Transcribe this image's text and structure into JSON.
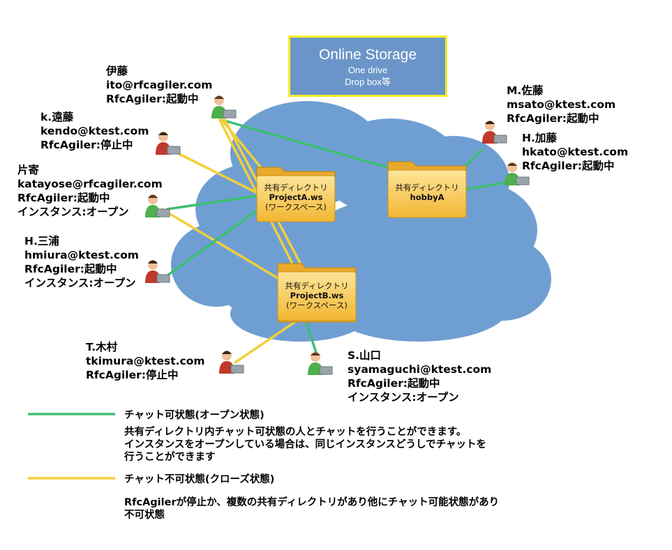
{
  "storage": {
    "title": "Online  Storage",
    "line1": "One drive",
    "line2": "Drop box等"
  },
  "folders": [
    {
      "label": "共有ディレクトリ",
      "name": "ProjectA.ws",
      "sub": "(ワークスペース)"
    },
    {
      "label": "共有ディレクトリ",
      "name": "hobbyA",
      "sub": ""
    },
    {
      "label": "共有ディレクトリ",
      "name": "ProjectB.ws",
      "sub": "(ワークスペース)"
    }
  ],
  "users": {
    "ito": {
      "name": "伊藤",
      "email": "ito@rfcagiler.com",
      "status": "RfcAgiler:起動中"
    },
    "endo": {
      "name": "k.遠藤",
      "email": "kendo@ktest.com",
      "status": "RfcAgiler:停止中"
    },
    "katayose": {
      "name": "片寄",
      "email": "katayose@rfcagiler.com",
      "status": "RfcAgiler:起動中",
      "instance": "インスタンス:オープン"
    },
    "miura": {
      "name": "H.三浦",
      "email": "hmiura@ktest.com",
      "status": "RfcAgiler:起動中",
      "instance": "インスタンス:オープン"
    },
    "kimura": {
      "name": "T.木村",
      "email": "tkimura@ktest.com",
      "status": "RfcAgiler:停止中"
    },
    "yamaguchi": {
      "name": "S.山口",
      "email": "syamaguchi@ktest.com",
      "status": "RfcAgiler:起動中",
      "instance": "インスタンス:オープン"
    },
    "sato": {
      "name": "M.佐藤",
      "email": "msato@ktest.com",
      "status": "RfcAgiler:起動中"
    },
    "kato": {
      "name": "H.加藤",
      "email": "hkato@ktest.com",
      "status": "RfcAgiler:起動中"
    }
  },
  "legend": {
    "green_title": "チャット可状態(オープン状態)",
    "green_desc_1": "共有ディレクトリ内チャット可状態の人とチャットを行うことができます。",
    "green_desc_2": "インスタンスをオープンしている場合は、同じインスタンスどうしでチャットを",
    "green_desc_3": "行うことができます",
    "yellow_title": "チャット不可状態(クローズ状態)",
    "yellow_desc_1": "RfcAgilerが停止か、複数の共有ディレクトリがあり他にチャット可能状態があり",
    "yellow_desc_2": "不可状態"
  },
  "colors": {
    "open_line": "#3dbf72",
    "closed_line": "#f2cf3a",
    "cloud": "#6f9fd2",
    "storage_bg": "#6b95c8",
    "storage_border": "#f5ee2a",
    "folder": "#f7c542"
  }
}
